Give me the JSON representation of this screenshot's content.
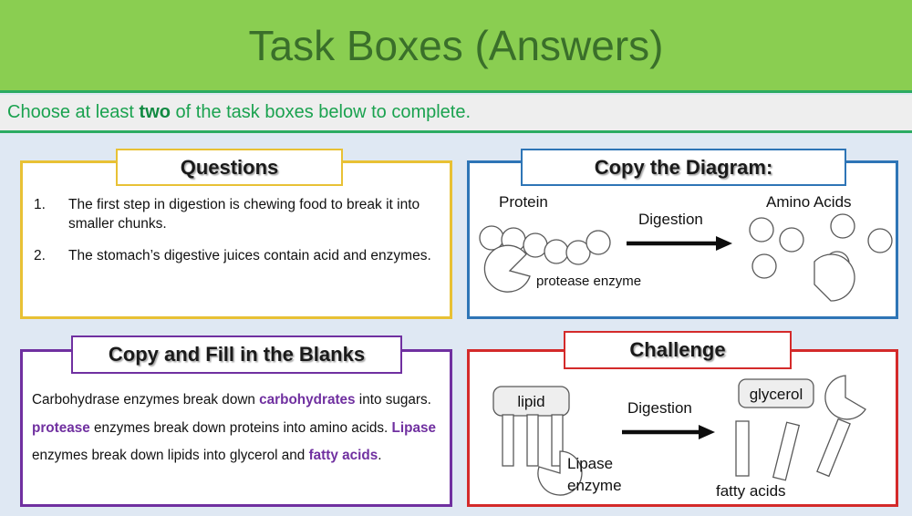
{
  "header": {
    "title": "Task Boxes (Answers)",
    "background_color": "#8ace51",
    "title_color": "#3a6f2a",
    "rule_color": "#2cab62"
  },
  "subtitle": {
    "prefix": "Choose at least ",
    "emphasis": "two",
    "suffix": " of the task boxes below to complete.",
    "text_color": "#1aa24f",
    "background_color": "#eeeeee"
  },
  "slide": {
    "background_color": "#dfe8f3"
  },
  "boxes": {
    "questions": {
      "tab_label": "Questions",
      "border_color": "#e8c135",
      "items": [
        {
          "number": "1.",
          "text": "The first step in digestion is chewing food to break it into smaller chunks."
        },
        {
          "number": "2.",
          "text": "The stomach’s digestive juices contain acid and enzymes."
        }
      ]
    },
    "diagram": {
      "tab_label": "Copy the Diagram:",
      "border_color": "#2e75b6",
      "labels": {
        "left": "Protein",
        "right": "Amino Acids",
        "arrow": "Digestion",
        "enzyme": "protease enzyme"
      },
      "protein_chain_units": 6,
      "amino_acid_units": 6
    },
    "blanks": {
      "tab_label": "Copy and Fill in the Blanks",
      "border_color": "#7030a0",
      "answer_color": "#7030a0",
      "paragraph": [
        {
          "text": "Carbohydrase enzymes break down ",
          "bold": false
        },
        {
          "text": "carbohydrates",
          "bold": true
        },
        {
          "text": " into sugars. ",
          "bold": false
        },
        {
          "text": "protease",
          "bold": true
        },
        {
          "text": " enzymes break down proteins into amino acids. ",
          "bold": false
        },
        {
          "text": "Lipase",
          "bold": true
        },
        {
          "text": " enzymes break down lipids into glycerol and ",
          "bold": false
        },
        {
          "text": "fatty acids",
          "bold": true
        },
        {
          "text": ".",
          "bold": false
        }
      ]
    },
    "challenge": {
      "tab_label": "Challenge",
      "border_color": "#d42a2a",
      "labels": {
        "lipid": "lipid",
        "enzyme_line1": "Lipase",
        "enzyme_line2": "enzyme",
        "arrow": "Digestion",
        "glycerol": "glycerol",
        "fatty_acids": "fatty acids"
      },
      "fatty_acid_units": 3
    }
  }
}
